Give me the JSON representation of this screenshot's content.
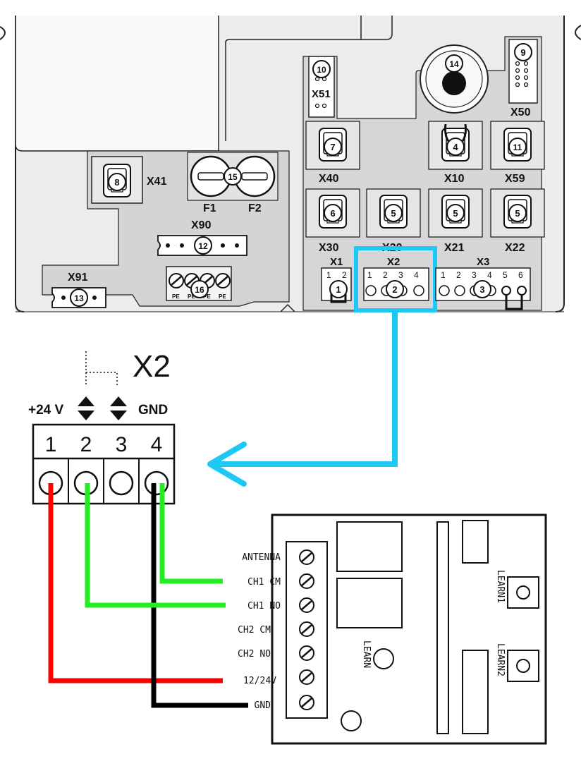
{
  "board": {
    "callouts": [
      "1",
      "2",
      "3",
      "4",
      "5",
      "5",
      "5",
      "5",
      "6",
      "7",
      "8",
      "9",
      "10",
      "11",
      "12",
      "13",
      "14",
      "15",
      "16"
    ],
    "connectors": {
      "x41": "X41",
      "x40": "X40",
      "x10": "X10",
      "x59": "X59",
      "x30": "X30",
      "x20": "X20",
      "x21": "X21",
      "x22": "X22",
      "x90": "X90",
      "x91": "X91",
      "x51": "X51",
      "x50": "X50",
      "x1": "X1",
      "x2": "X2",
      "x3": "X3",
      "f1": "F1",
      "f2": "F2"
    },
    "pins": {
      "x1": [
        "1",
        "2"
      ],
      "x2": [
        "1",
        "2",
        "3",
        "4"
      ],
      "x3": [
        "1",
        "2",
        "3",
        "4",
        "5",
        "6"
      ],
      "x90_terminals": [
        "PE",
        "PE",
        "PE",
        "PE"
      ]
    }
  },
  "terminal": {
    "title": "X2",
    "left_label": "+24 V",
    "right_label": "GND",
    "pin_numbers": [
      "1",
      "2",
      "3",
      "4"
    ]
  },
  "receiver": {
    "terminal_labels": [
      "ANTENNA",
      "CH1 CM",
      "CH1 NO",
      "CH2 CM",
      "CH2 NO",
      "12/24V",
      "GND"
    ],
    "learn": "LEARN",
    "learn1": "LEARN1",
    "learn2": "LEARN2"
  },
  "colors": {
    "highlight": "#1ec8f5",
    "wire_24v": "#ff0000",
    "wire_ch1_no": "#22ee22",
    "wire_ch1_cm": "#22ee22",
    "wire_gnd": "#000000",
    "board_fill": "#e9e9e9",
    "panel_fill": "#d6d6d6"
  }
}
